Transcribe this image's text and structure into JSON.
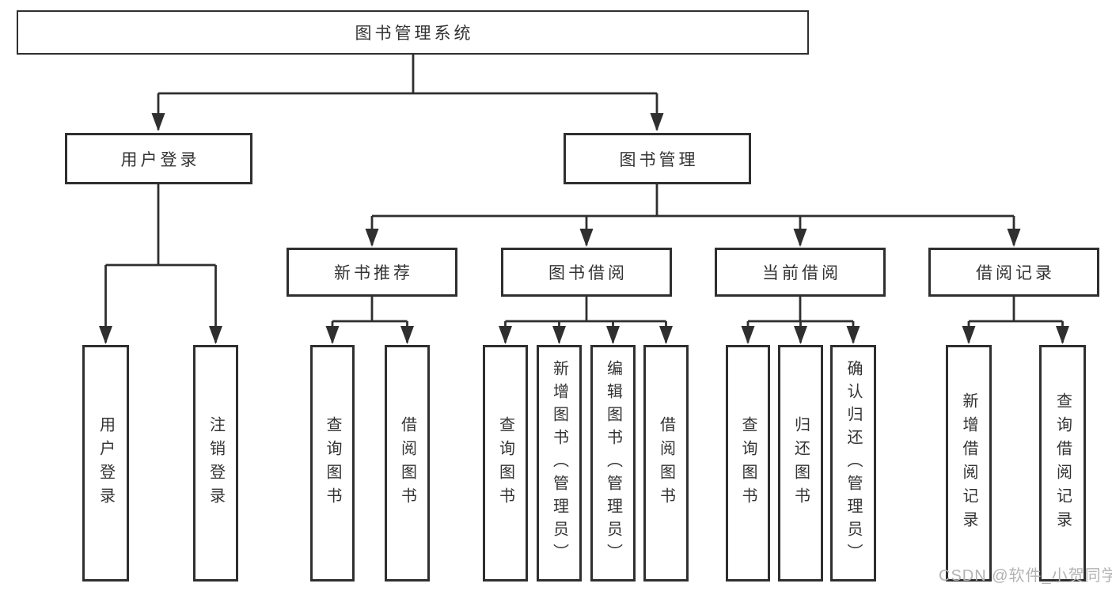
{
  "diagram": {
    "root": {
      "label": "图书管理系统"
    },
    "level2": [
      {
        "label": "用户登录"
      },
      {
        "label": "图书管理"
      }
    ],
    "level3": [
      {
        "label": "新书推荐"
      },
      {
        "label": "图书借阅"
      },
      {
        "label": "当前借阅"
      },
      {
        "label": "借阅记录"
      }
    ],
    "leaves": {
      "user_login": [
        {
          "label": "用户登录"
        },
        {
          "label": "注销登录"
        }
      ],
      "new_book_recommend": [
        {
          "label": "查询图书"
        },
        {
          "label": "借阅图书"
        }
      ],
      "book_borrow": [
        {
          "label": "查询图书"
        },
        {
          "label": "新增图书（管理员）"
        },
        {
          "label": "编辑图书（管理员）"
        },
        {
          "label": "借阅图书"
        }
      ],
      "current_borrow": [
        {
          "label": "查询图书"
        },
        {
          "label": "归还图书"
        },
        {
          "label": "确认归还（管理员）"
        }
      ],
      "borrow_records": [
        {
          "label": "新增借阅记录"
        },
        {
          "label": "查询借阅记录"
        }
      ]
    },
    "style": {
      "ink_color": "#2f2f2f",
      "text_color": "#333333",
      "watermark_color": "#b3b3b3"
    }
  },
  "watermark": {
    "text": "CSDN @软件_小贺同学"
  }
}
